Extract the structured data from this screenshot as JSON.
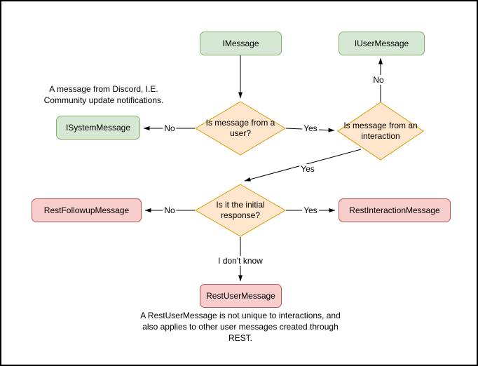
{
  "diagram": {
    "nodes": {
      "imessage": {
        "label": "IMessage"
      },
      "iusermessage": {
        "label": "IUserMessage"
      },
      "isystemmessage": {
        "label": "ISystemMessage"
      },
      "decision_user": {
        "label": "Is message from a user?"
      },
      "decision_interaction": {
        "label": "Is message from an interaction"
      },
      "decision_initial": {
        "label": "Is it the initial response?"
      },
      "restfollowupmessage": {
        "label": "RestFollowupMessage"
      },
      "restinteractionmessage": {
        "label": "RestInteractionMessage"
      },
      "restusermessage": {
        "label": "RestUserMessage"
      }
    },
    "edge_labels": {
      "user_no": "No",
      "user_yes": "Yes",
      "interaction_no": "No",
      "interaction_yes": "Yes",
      "initial_no": "No",
      "initial_yes": "Yes",
      "initial_unknown": "I don't know"
    },
    "annotations": {
      "system_message_note": "A message from Discord, I.E. Community update notifications.",
      "rest_user_note": "A RestUserMessage is not unique to interactions, and also applies to other user messages created through REST."
    },
    "colors": {
      "interface_fill": "#d5e8d4",
      "interface_stroke": "#82b366",
      "decision_fill": "#ffe6cc",
      "decision_stroke": "#d79b00",
      "rest_fill": "#f8cecc",
      "rest_stroke": "#b85450",
      "edge": "#000000"
    }
  }
}
